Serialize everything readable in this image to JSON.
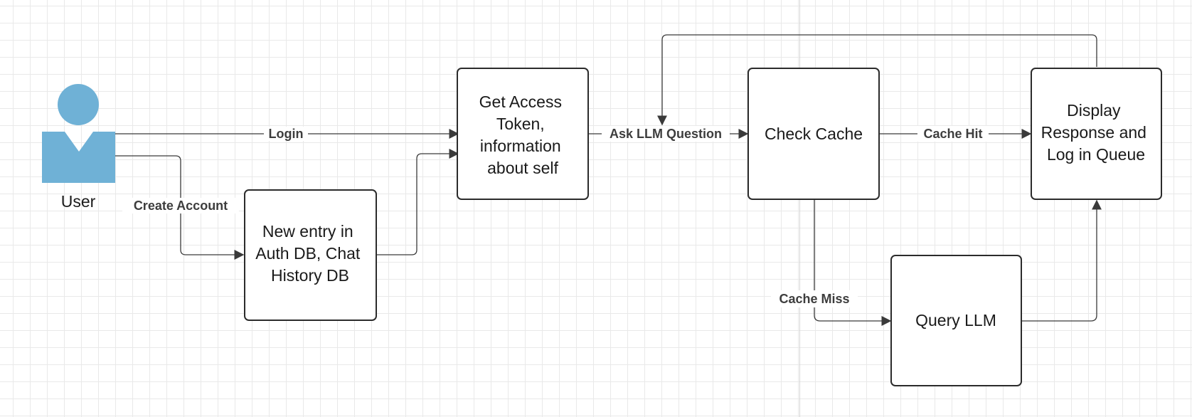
{
  "colors": {
    "actor": "#6fb1d6",
    "node_stroke": "#2b2b2b",
    "edge": "#3a3a3a"
  },
  "actor": {
    "label": "User",
    "icon": "user-icon"
  },
  "nodes": {
    "new_entry": {
      "lines": [
        "New entry in",
        "Auth DB, Chat",
        "History DB"
      ]
    },
    "access_token": {
      "lines": [
        "Get Access",
        "Token,",
        "information",
        "about self"
      ]
    },
    "check_cache": {
      "lines": [
        "Check Cache"
      ]
    },
    "display": {
      "lines": [
        "Display",
        "Response and",
        "Log in Queue"
      ]
    },
    "query_llm": {
      "lines": [
        "Query LLM"
      ]
    }
  },
  "edges": {
    "login": "Login",
    "create_account": "Create Account",
    "ask_question": "Ask LLM Question",
    "cache_hit": "Cache Hit",
    "cache_miss": "Cache Miss"
  }
}
